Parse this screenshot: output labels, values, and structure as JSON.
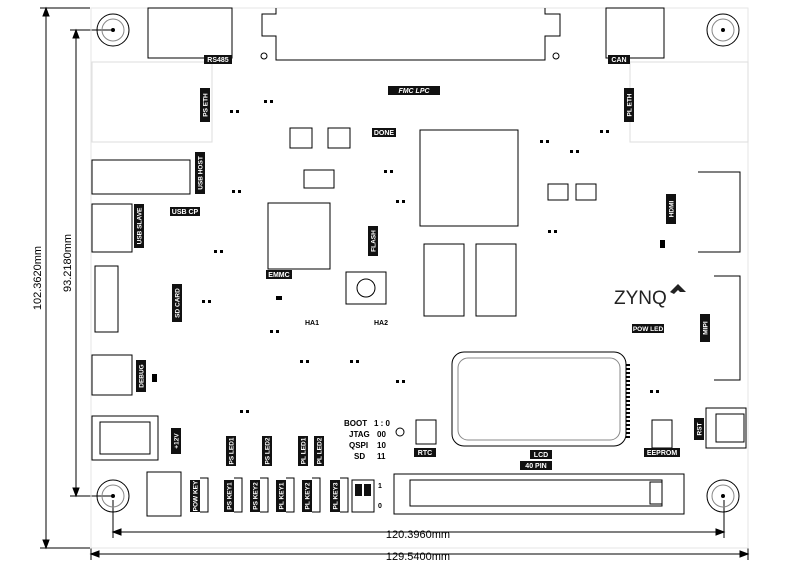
{
  "dimensions": {
    "height_outer": "102.3620mm",
    "height_inner": "93.2180mm",
    "width_inner": "120.3960mm",
    "width_outer": "129.5400mm"
  },
  "connectors": {
    "rs485": "RS485",
    "fmc_lpc": "FMC LPC",
    "can": "CAN",
    "ps_eth": "PS ETH",
    "pl_eth": "PL ETH",
    "usb_host": "USB HOST",
    "usb_slave": "USB SLAVE",
    "usb_cp": "USB CP",
    "sd_card": "SD CARD",
    "debug": "DEBUG",
    "hdmi": "HDMI",
    "mipi": "MIPI",
    "plus12v": "+12V",
    "lcd": "LCD",
    "pin40": "40 PIN",
    "rst": "RST"
  },
  "components": {
    "done": "DONE",
    "emmc": "EMMC",
    "flash": "FLASH",
    "ha1": "HA1",
    "ha2": "HA2",
    "zynq_logo": "ZYNQ",
    "pow_led": "POW LED",
    "rtc": "RTC",
    "eeprom": "EEPROM"
  },
  "boot_table": {
    "header": [
      "BOOT",
      "1 : 0"
    ],
    "rows": [
      [
        "JTAG",
        "00"
      ],
      [
        "QSPI",
        "10"
      ],
      [
        "SD",
        "11"
      ]
    ]
  },
  "bottom_row": [
    "PS LED1",
    "PS LED2",
    "PL LED1",
    "PL LED2"
  ],
  "key_row": [
    "POW KEY",
    "PS KEY1",
    "PS KEY2",
    "PL KEY1",
    "PL KEY2",
    "PL KEY3"
  ],
  "switch_labels": [
    "1",
    "0"
  ]
}
